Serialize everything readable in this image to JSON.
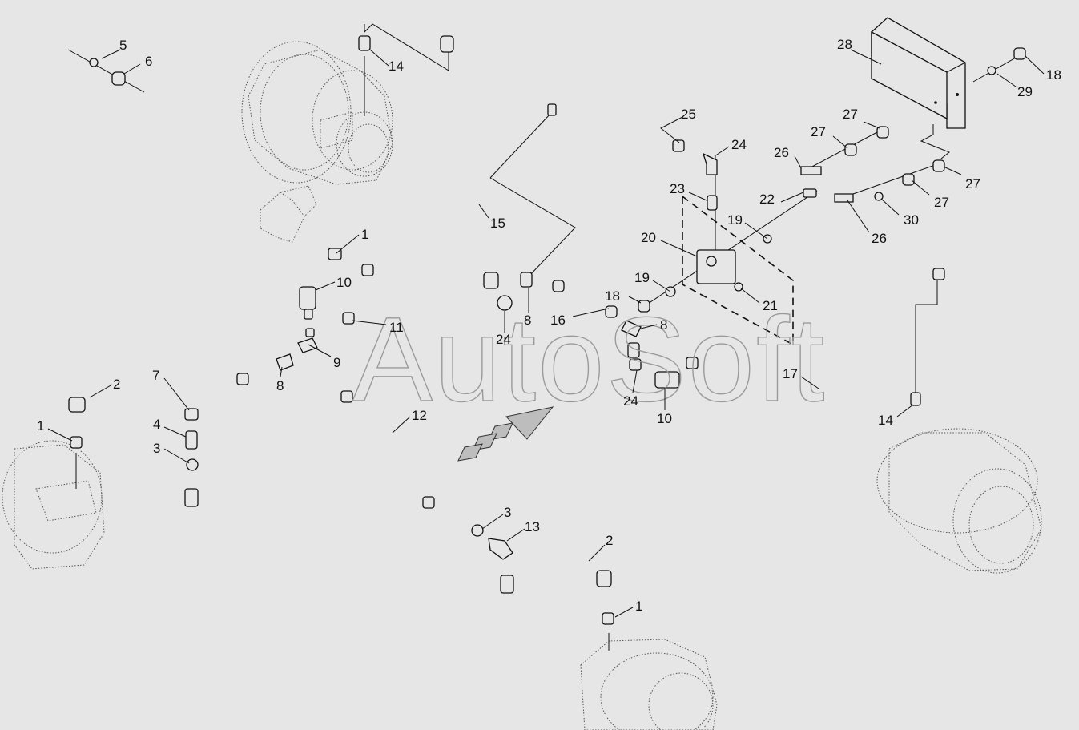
{
  "watermark": "AutoSoft",
  "callouts": [
    {
      "id": "c-5",
      "text": "5"
    },
    {
      "id": "c-6",
      "text": "6"
    },
    {
      "id": "c-14a",
      "text": "14"
    },
    {
      "id": "c-28",
      "text": "28"
    },
    {
      "id": "c-18a",
      "text": "18"
    },
    {
      "id": "c-29",
      "text": "29"
    },
    {
      "id": "c-25",
      "text": "25"
    },
    {
      "id": "c-24a",
      "text": "24"
    },
    {
      "id": "c-27a",
      "text": "27"
    },
    {
      "id": "c-27b",
      "text": "27"
    },
    {
      "id": "c-26a",
      "text": "26"
    },
    {
      "id": "c-27c",
      "text": "27"
    },
    {
      "id": "c-23",
      "text": "23"
    },
    {
      "id": "c-22",
      "text": "22"
    },
    {
      "id": "c-19a",
      "text": "19"
    },
    {
      "id": "c-27d",
      "text": "27"
    },
    {
      "id": "c-30",
      "text": "30"
    },
    {
      "id": "c-26b",
      "text": "26"
    },
    {
      "id": "c-15",
      "text": "15"
    },
    {
      "id": "c-20",
      "text": "20"
    },
    {
      "id": "c-1a",
      "text": "1"
    },
    {
      "id": "c-19b",
      "text": "19"
    },
    {
      "id": "c-10a",
      "text": "10"
    },
    {
      "id": "c-21",
      "text": "21"
    },
    {
      "id": "c-18b",
      "text": "18"
    },
    {
      "id": "c-11",
      "text": "11"
    },
    {
      "id": "c-8a",
      "text": "8"
    },
    {
      "id": "c-16",
      "text": "16"
    },
    {
      "id": "c-8b",
      "text": "8"
    },
    {
      "id": "c-24b",
      "text": "24"
    },
    {
      "id": "c-9",
      "text": "9"
    },
    {
      "id": "c-17",
      "text": "17"
    },
    {
      "id": "c-7",
      "text": "7"
    },
    {
      "id": "c-8c",
      "text": "8"
    },
    {
      "id": "c-2a",
      "text": "2"
    },
    {
      "id": "c-24c",
      "text": "24"
    },
    {
      "id": "c-10b",
      "text": "10"
    },
    {
      "id": "c-14b",
      "text": "14"
    },
    {
      "id": "c-12",
      "text": "12"
    },
    {
      "id": "c-1b",
      "text": "1"
    },
    {
      "id": "c-4",
      "text": "4"
    },
    {
      "id": "c-3a",
      "text": "3"
    },
    {
      "id": "c-3b",
      "text": "3"
    },
    {
      "id": "c-13",
      "text": "13"
    },
    {
      "id": "c-2b",
      "text": "2"
    },
    {
      "id": "c-1c",
      "text": "1"
    }
  ]
}
